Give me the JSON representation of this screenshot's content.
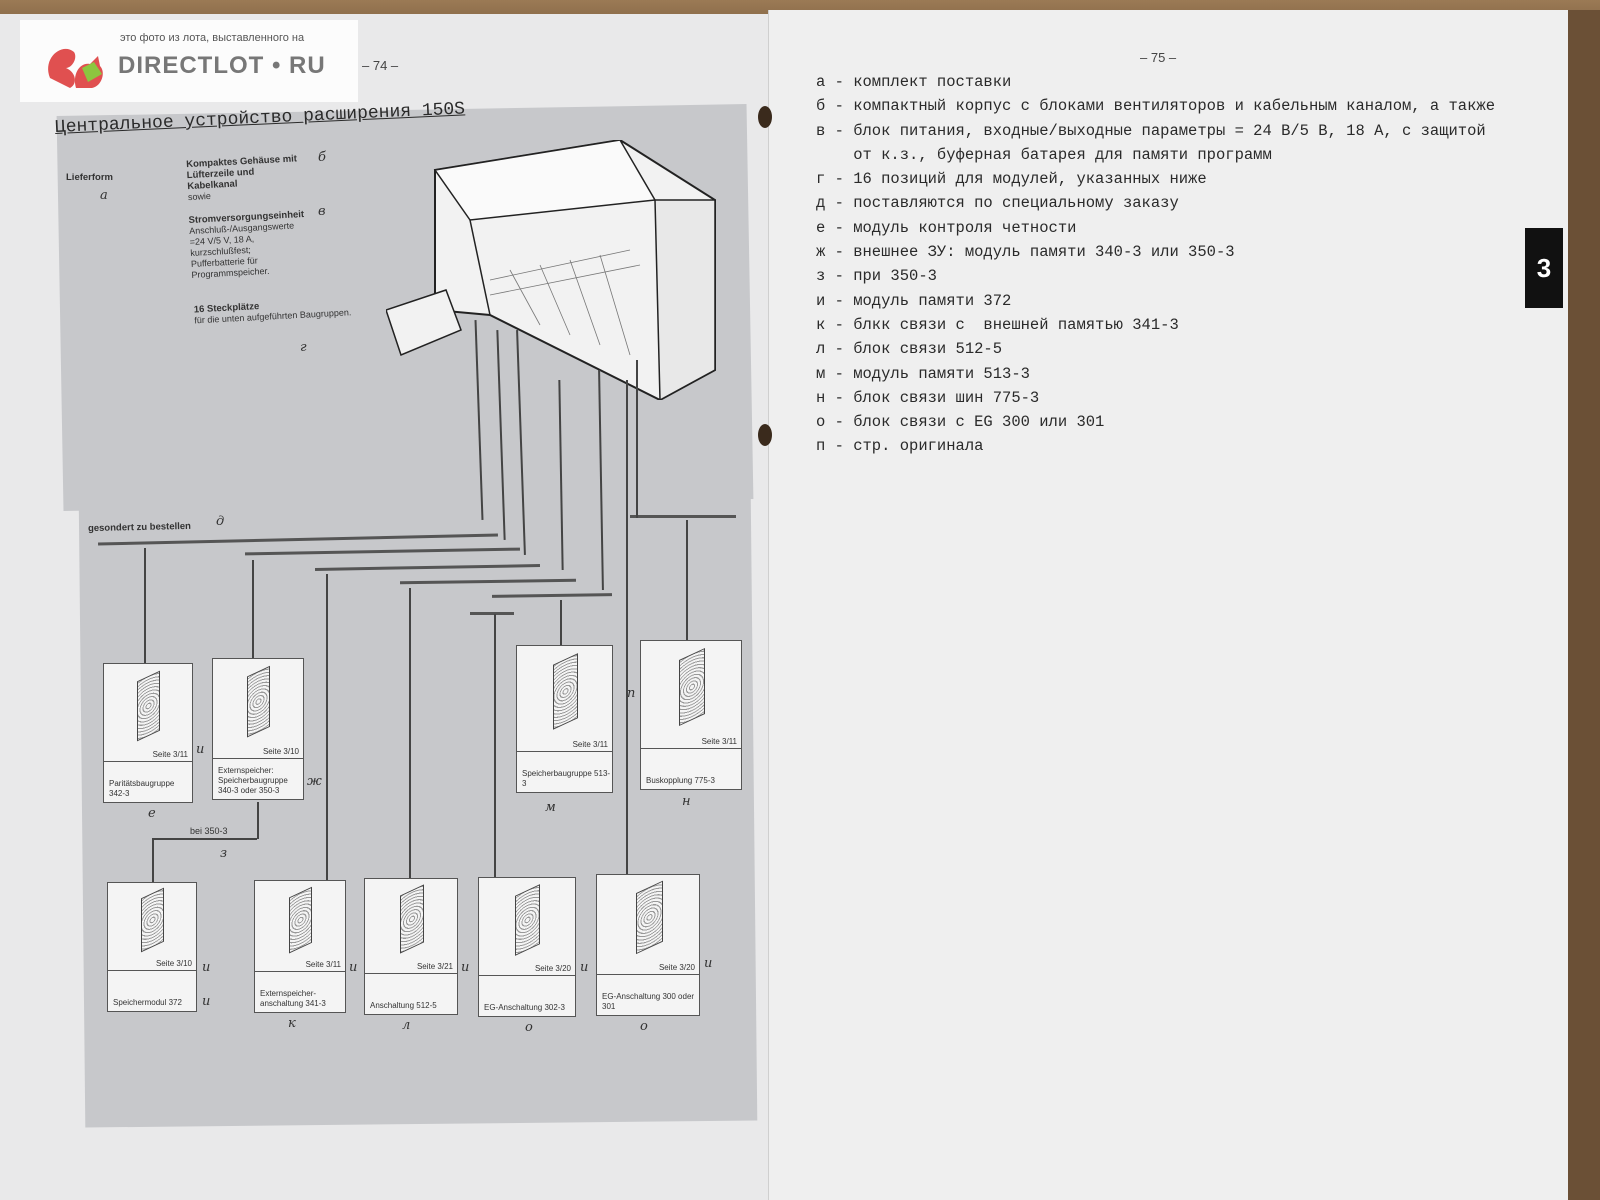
{
  "watermark": {
    "caption": "это фото из лота, выставленного на",
    "brand": "DIRECTLOT • RU",
    "logo": "squirrel-logo"
  },
  "left_page": {
    "page_number": "– 74 –",
    "title": "Центральное устройство расширения  150S",
    "lieferform": {
      "label": "Lieferform",
      "mark": "а"
    },
    "gehause": {
      "bold": "Kompaktes Gehäuse mit Lüfterzeile und Kabelkanal",
      "text": "sowie",
      "mark": "б"
    },
    "strom": {
      "bold": "Stromversorgungseinheit",
      "text": "Anschluß-/Ausgangswerte =24 V/5 V, 18 A, kurzschlußfest; Pufferbatterie für Programmspeicher.",
      "mark": "в"
    },
    "steck": {
      "bold": "16 Steckplätze",
      "text": "für die unten aufgeführten Baugruppen.",
      "mark": "г"
    },
    "gesondert": {
      "label": "gesondert zu bestellen",
      "mark": "д"
    },
    "bei_label": "bei 350-3",
    "bei_mark": "з",
    "n_mark": "п",
    "cards_top": [
      {
        "seite": "Seite 3/11",
        "name": "Paritätsbaugruppe 342-3",
        "mark": "е",
        "side_mark": "и"
      },
      {
        "seite": "Seite 3/10",
        "name": "Externspeicher: Speicherbaugruppe 340-3 oder 350-3",
        "mark": "",
        "side_mark": "ж"
      },
      {
        "seite": "Seite 3/11",
        "name": "Speicherbaugruppe 513-3",
        "mark": "м",
        "side_mark": ""
      },
      {
        "seite": "Seite 3/11",
        "name": "Buskopplung 775-3",
        "mark": "н",
        "side_mark": ""
      }
    ],
    "cards_bottom": [
      {
        "seite": "Seite 3/10",
        "name": "Speichermodul 372",
        "mark": "",
        "side_mark": "и",
        "inner_mark": "и"
      },
      {
        "seite": "Seite 3/11",
        "name": "Externspeicher-anschaltung 341-3",
        "mark": "к",
        "side_mark": "и"
      },
      {
        "seite": "Seite 3/21",
        "name": "Anschaltung 512-5",
        "mark": "л",
        "side_mark": "и"
      },
      {
        "seite": "Seite 3/20",
        "name": "EG-Anschaltung 302-3",
        "mark": "о",
        "side_mark": "и"
      },
      {
        "seite": "Seite 3/20",
        "name": "EG-Anschaltung 300 oder 301",
        "mark": "о",
        "side_mark": "и"
      }
    ]
  },
  "right_page": {
    "page_number": "– 75 –",
    "tab": "3",
    "legend": [
      "а - комплект поставки",
      "б - компактный корпус с блоками вентиляторов и кабельным каналом, а также",
      "в - блок питания, входные/выходные параметры = 24 В/5 В, 18 А, с защитой",
      "    от к.з., буферная батарея для памяти программ",
      "г - 16 позиций для модулей, указанных ниже",
      "д - поставляются по специальному заказу",
      "е - модуль контроля четности",
      "ж - внешнее ЗУ: модуль памяти 340-3 или 350-3",
      "з - при 350-3",
      "и - модуль памяти 372",
      "к - блкк связи с  внешней памятью 341-3",
      "л - блок связи 512-5",
      "м - модуль памяти 513-3",
      "н - блок связи шин 775-3",
      "о - блок связи с EG 300 или 301",
      "п - стр. оригинала"
    ]
  }
}
